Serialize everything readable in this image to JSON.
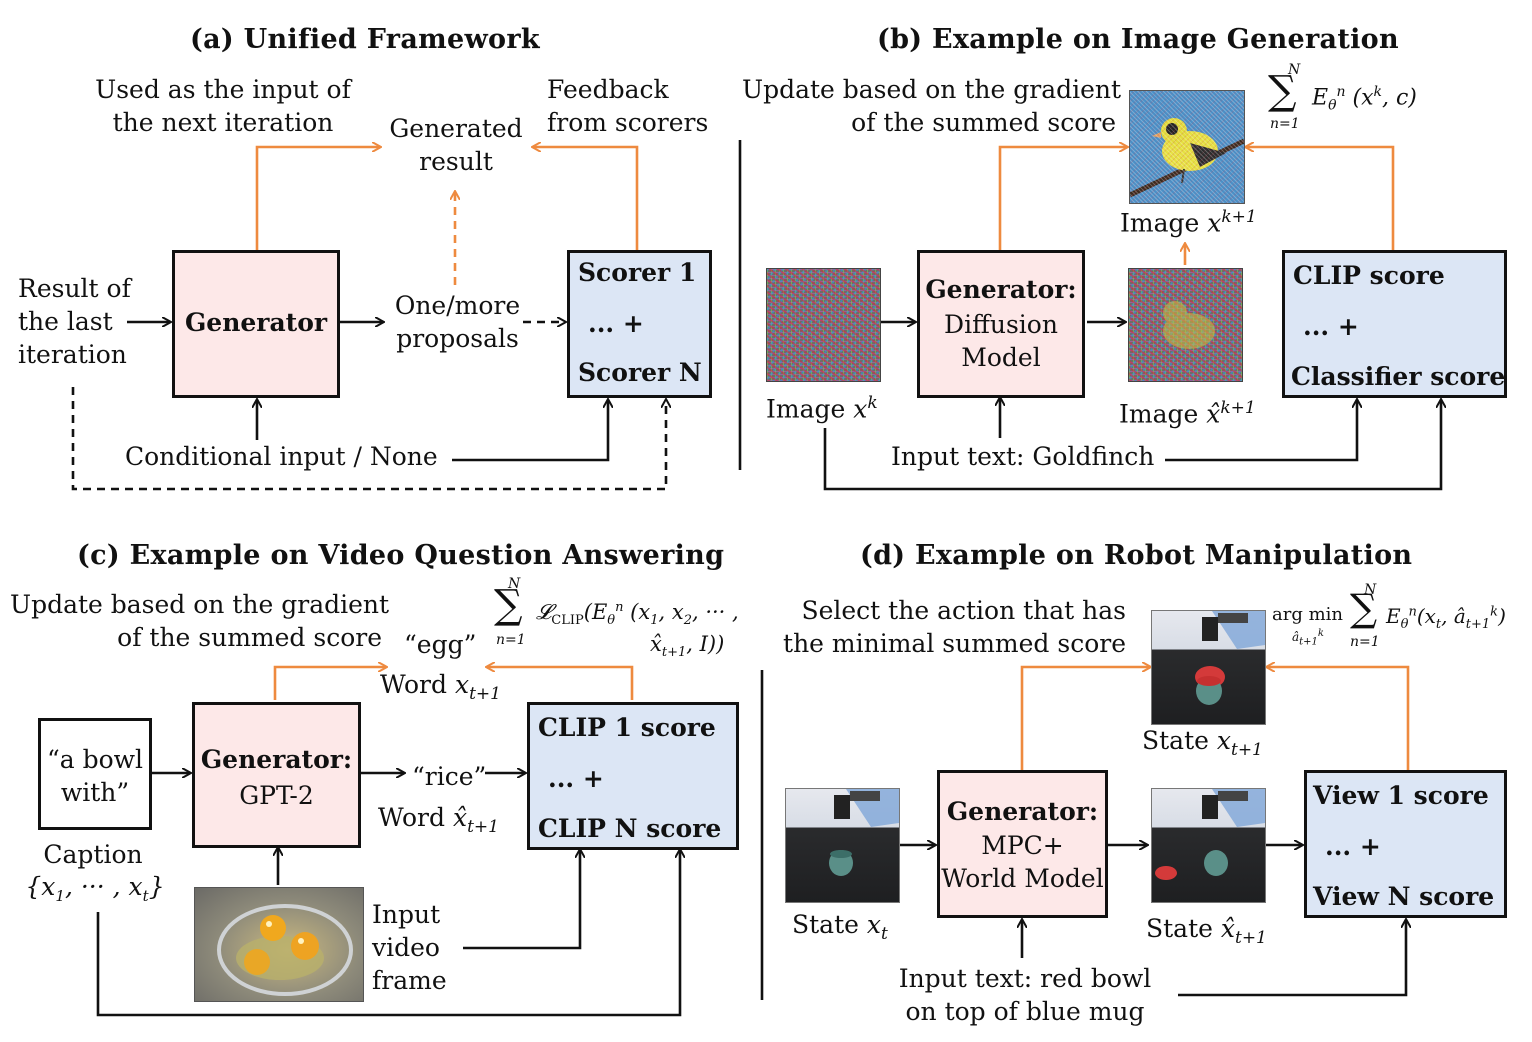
{
  "colors": {
    "generator": "#fde8e8",
    "scorer": "#dce6f5",
    "feedback": "#ee8a3f",
    "line": "#111111"
  },
  "panel_a": {
    "title": "(a)  Unified Framework",
    "used_as_input": [
      "Used as the input of",
      "the next iteration"
    ],
    "generated_result": [
      "Generated",
      "result"
    ],
    "feedback": [
      "Feedback",
      "from scorers"
    ],
    "result_last": [
      "Result of",
      "the last",
      "iteration"
    ],
    "generator": "Generator",
    "proposals": [
      "One/more",
      "proposals"
    ],
    "scorer_1": "Scorer 1",
    "scorer_mid": "... +",
    "scorer_n": "Scorer N",
    "conditional": "Conditional input / None"
  },
  "panel_b": {
    "title": "(b)  Example on Image Generation",
    "update": [
      "Update based on the gradient",
      "of the summed score"
    ],
    "sum_formula": "Σ E_θ^n (x^k, c)",
    "sum_top": "N",
    "sum_bottom": "n=1",
    "image_next": "Image x^{k+1}",
    "image_next_label": "Image",
    "image_next_var": "x",
    "image_next_sup": "k+1",
    "generator_title": "Generator:",
    "generator_sub": [
      "Diffusion",
      "Model"
    ],
    "clip": "CLIP score",
    "mid": "... +",
    "classifier": "Classifier score",
    "image_k_label": "Image",
    "image_k_var": "x",
    "image_k_sup": "k",
    "image_hat_label": "Image",
    "image_hat_var": "x̂",
    "image_hat_sup": "k+1",
    "input_text": "Input text: Goldfinch"
  },
  "panel_c": {
    "title": "(c)  Example on Video Question Answering",
    "update": [
      "Update based on the gradient",
      "of the summed score"
    ],
    "sum_top": "N",
    "sum_bottom": "n=1",
    "sum_line1": "L_CLIP(E_θ^n (x_1, x_2, ··· ,",
    "sum_line2": "x̂_{t+1}, I))",
    "egg": "“egg”",
    "word_label": "Word",
    "word_var": "x",
    "word_sub": "t+1",
    "caption_box": [
      "“a bowl",
      "with”"
    ],
    "generator_title": "Generator:",
    "generator_sub": "GPT-2",
    "rice": "“rice”",
    "word_hat_label": "Word",
    "word_hat_var": "x̂",
    "word_hat_sub": "t+1",
    "clip_1": "CLIP 1 score",
    "mid": "... +",
    "clip_n": "CLIP N score",
    "caption": "Caption",
    "caption_set": "{x_1, ··· , x_t}",
    "input_video": [
      "Input",
      "video",
      "frame"
    ]
  },
  "panel_d": {
    "title": "(d)  Example on Robot Manipulation",
    "select": [
      "Select the action that has",
      "the minimal summed score"
    ],
    "argmin": "arg min",
    "argmin_sub": "â_{t+1}^k",
    "sum_top": "N",
    "sum_bottom": "n=1",
    "sum_expr": "E_θ^n(x_t, â_{t+1}^k)",
    "state_next_label": "State",
    "state_next_var": "x",
    "state_next_sub": "t+1",
    "generator_title": "Generator:",
    "generator_sub": [
      "MPC+",
      "World Model"
    ],
    "view_1": "View 1 score",
    "mid": "... +",
    "view_n": "View N score",
    "state_label": "State",
    "state_var": "x",
    "state_sub": "t",
    "state_hat_label": "State",
    "state_hat_var": "x̂",
    "state_hat_sub": "t+1",
    "input_text": [
      "Input text: red bowl",
      "on top of blue mug"
    ]
  }
}
